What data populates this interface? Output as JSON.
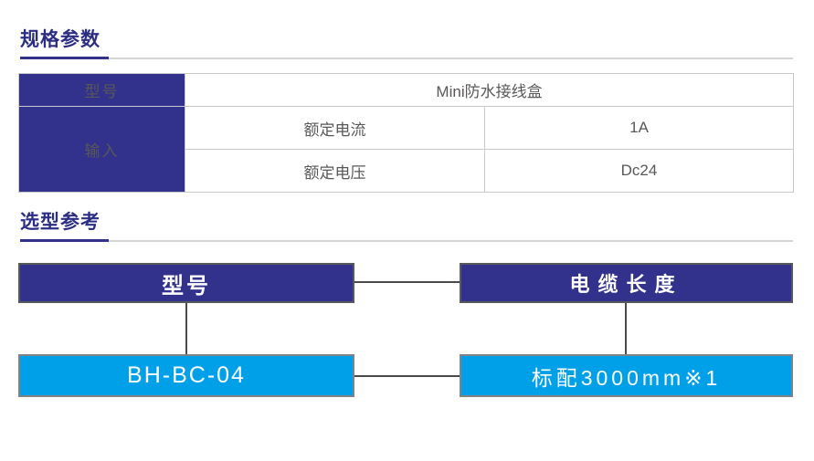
{
  "colors": {
    "navy": "#32328C",
    "cyan": "#00A0E9",
    "heading_text": "#2B2E83",
    "grid_line": "#C9C9CB",
    "connector_line": "#4A4A4A",
    "cell_text": "#595757"
  },
  "spec_section": {
    "title": "规格参数",
    "table": {
      "model_label": "型号",
      "model_value": "Mini防水接线盒",
      "input_label": "输入",
      "rows": [
        {
          "param": "额定电流",
          "value": "1A"
        },
        {
          "param": "额定电压",
          "value": "Dc24"
        }
      ]
    }
  },
  "selection_section": {
    "title": "选型参考",
    "diagram": {
      "model_header": "型号",
      "cable_header": "电缆长度",
      "model_value": "BH-BC-04",
      "cable_value": "标配3000mm※1"
    }
  }
}
